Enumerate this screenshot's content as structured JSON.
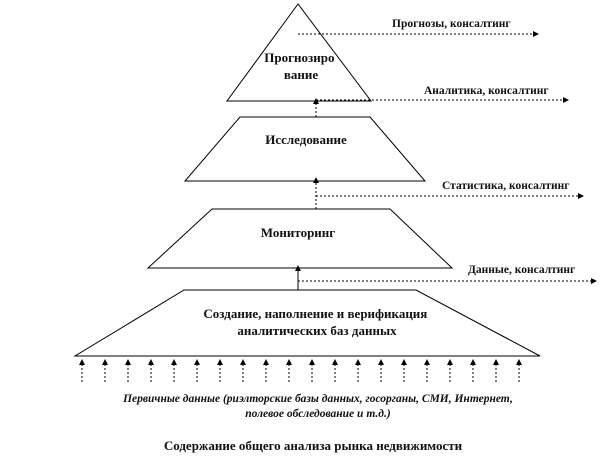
{
  "levels": [
    {
      "label_lines": [
        "Прогнозиро",
        "вание"
      ]
    },
    {
      "label_lines": [
        "Исследование"
      ]
    },
    {
      "label_lines": [
        "Мониторинг"
      ]
    },
    {
      "label_lines": [
        "Создание, наполнение  и верификация",
        "аналитических  баз данных"
      ]
    }
  ],
  "outputs": [
    {
      "label": "Прогнозы, консалтинг"
    },
    {
      "label": "Аналитика, консалтинг"
    },
    {
      "label": "Статистика, консалтинг"
    },
    {
      "label": "Данные, консалтинг"
    }
  ],
  "sources": {
    "line1": "Первичные данные (риэлторские базы данных, госорганы, СМИ, Интернет,",
    "line2": "полевое обследование  и т.д.)"
  },
  "caption": "Содержание общего анализа рынка недвижимости",
  "colors": {
    "stroke": "#000000",
    "text": "#111111",
    "background": "#ffffff"
  }
}
